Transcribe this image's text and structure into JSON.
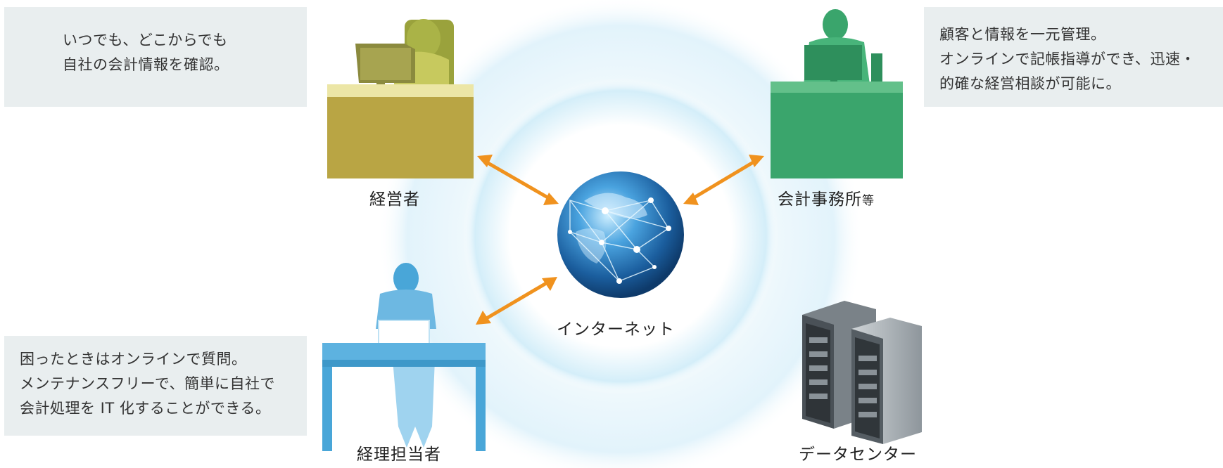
{
  "callouts": {
    "owner": {
      "line1": "いつでも、どこからでも",
      "line2": "自社の会計情報を確認。"
    },
    "office": {
      "line1": "顧客と情報を一元管理。",
      "line2": "オンラインで記帳指導ができ、迅速・",
      "line3": "的確な経営相談が可能に。"
    },
    "staff": {
      "line1": "困ったときはオンラインで質問。",
      "line2": "メンテナンスフリーで、簡単に自社で",
      "line3": "会計処理を IT 化することができる。"
    }
  },
  "nodes": {
    "owner": "経営者",
    "office": "会計事務所",
    "office_suffix": "等",
    "staff": "経理担当者",
    "internet": "インターネット",
    "datacenter": "データセンター"
  },
  "colors": {
    "owner": "#b9a544",
    "office": "#3aa56c",
    "staff": "#49a6d8",
    "arrow": "#f0921e",
    "server": "#9aa2a8",
    "callout_bg": "#e9eeef"
  },
  "icons": [
    "owner-figure-icon",
    "accountant-figure-icon",
    "staff-figure-icon",
    "globe-icon",
    "server-icon",
    "arrow-icon"
  ]
}
